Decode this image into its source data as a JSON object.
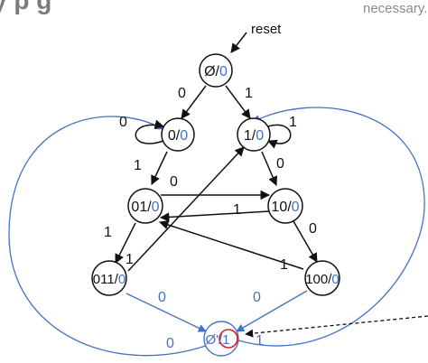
{
  "header": {
    "title_fragment": "y  p    g",
    "corner_text": "necessary."
  },
  "colors": {
    "black": "#111111",
    "blue": "#4472c4",
    "red": "#d62020",
    "gray": "#8a8a8a"
  },
  "reset_label": "reset",
  "states": [
    {
      "id": "s0",
      "name": "Ø",
      "output": "0"
    },
    {
      "id": "s1",
      "name": "0",
      "output": "0"
    },
    {
      "id": "s2",
      "name": "1",
      "output": "0"
    },
    {
      "id": "s3",
      "name": "01",
      "output": "0"
    },
    {
      "id": "s4",
      "name": "10",
      "output": "0"
    },
    {
      "id": "s5",
      "name": "011",
      "output": "0"
    },
    {
      "id": "s6",
      "name": "100",
      "output": "0"
    },
    {
      "id": "s7",
      "name": "Ø'",
      "output": "1"
    }
  ],
  "edge_labels": {
    "e_s0_s1": "0",
    "e_s0_s2": "1",
    "loop_s1": "0",
    "loop_s2": "1",
    "e_s1_s3": "1",
    "e_s2_s4": "0",
    "e_s3_s4": "0",
    "e_s4_s3": "1",
    "e_s3_s5": "1",
    "e_s4_s6": "0",
    "e_s5_s2": "1",
    "e_s6_s3": "1",
    "e_s5_s7": "0",
    "e_s6_s7": "0",
    "e_s7_left": "0",
    "e_s7_right": "1"
  }
}
